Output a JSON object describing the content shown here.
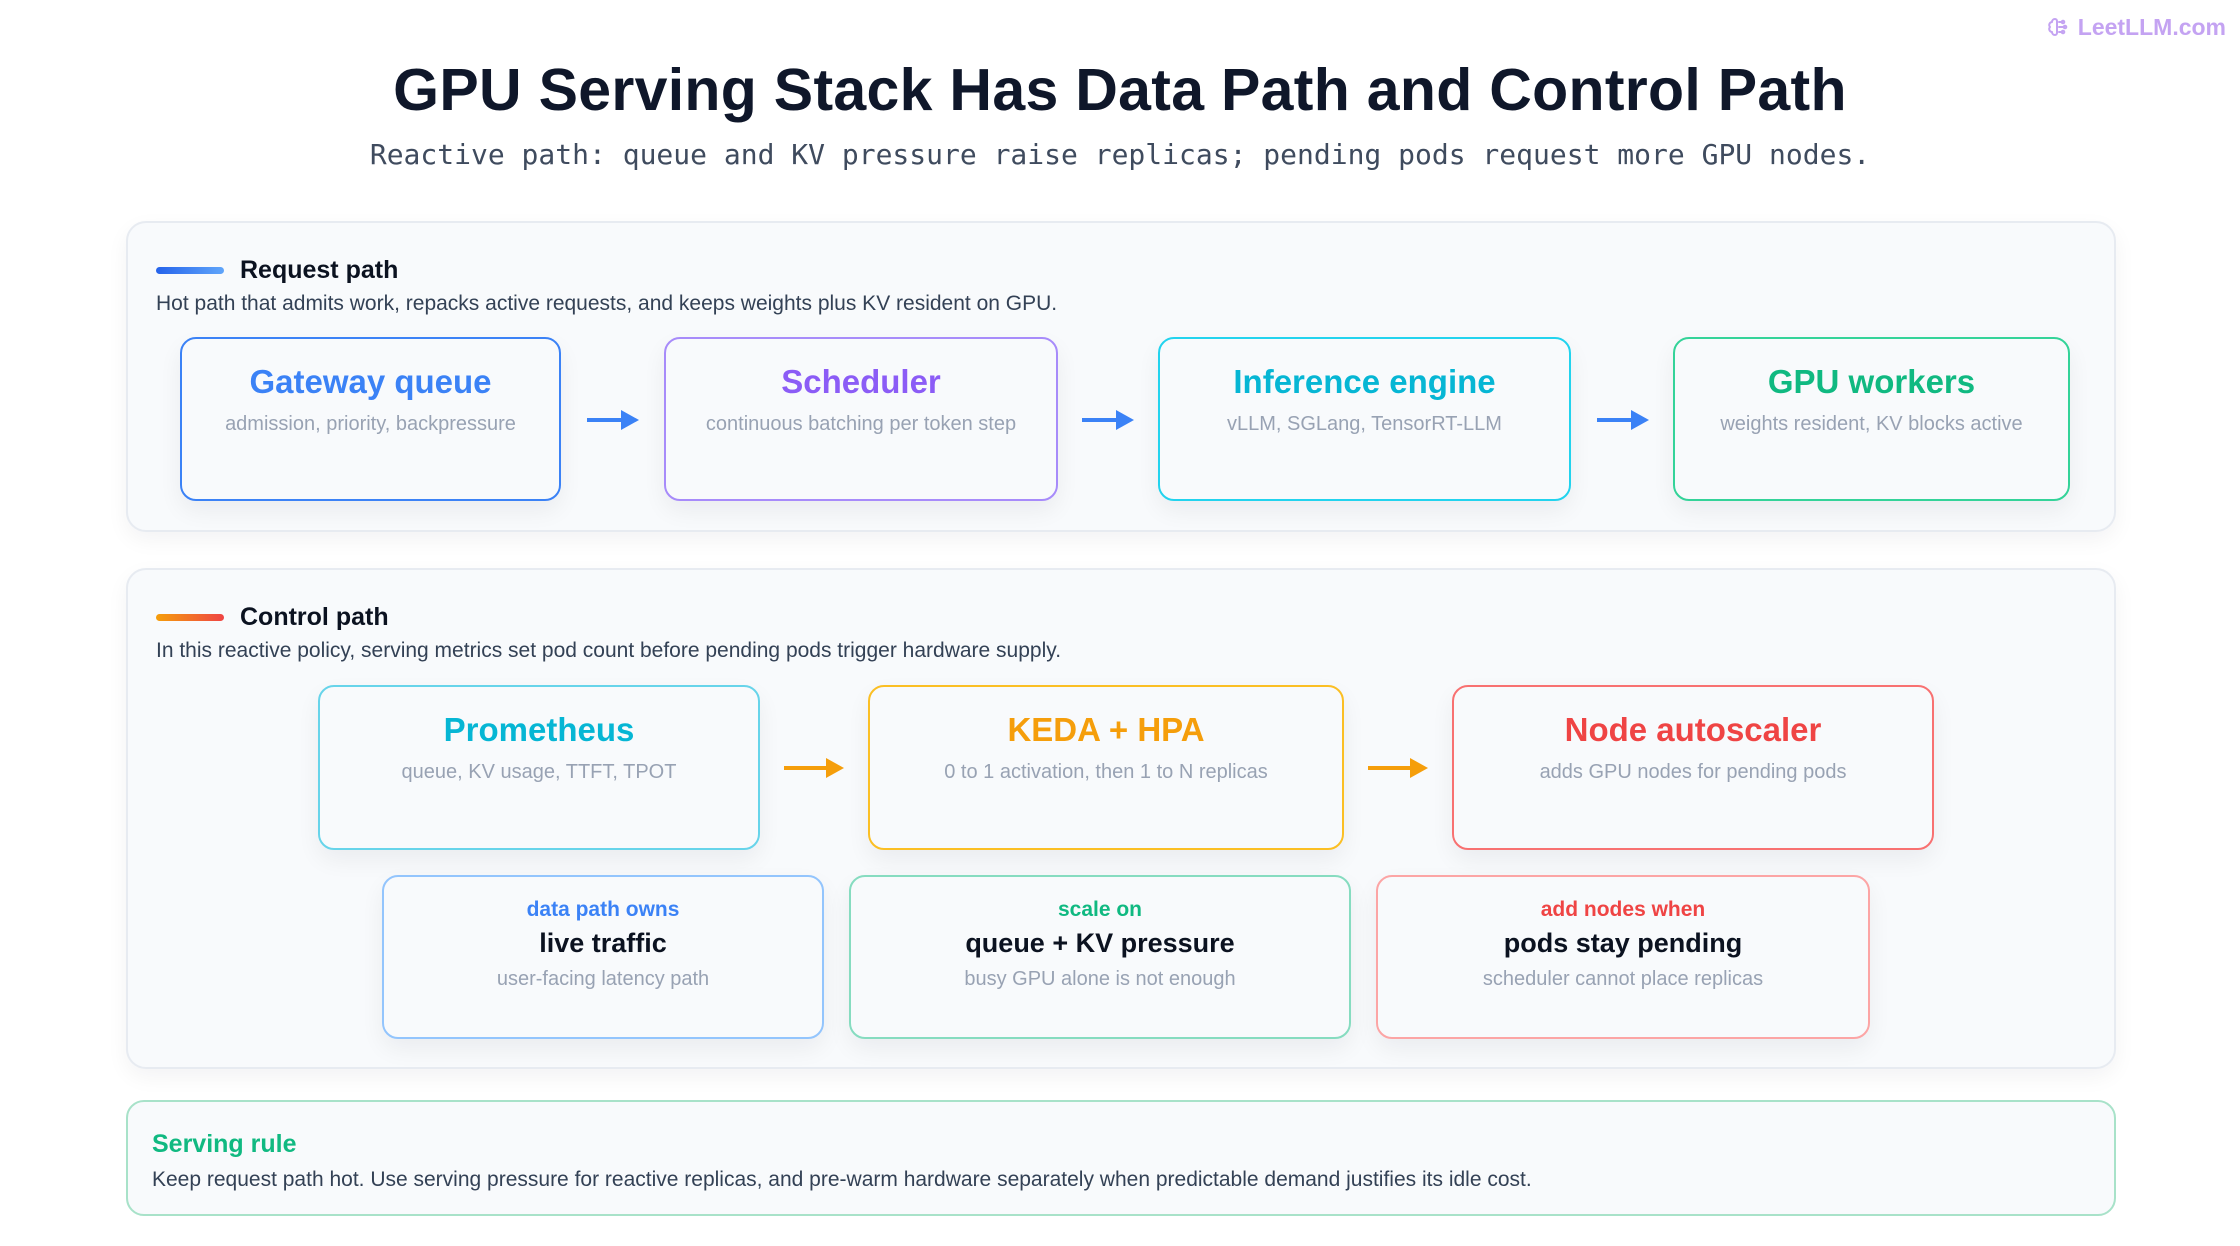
{
  "brand": {
    "text": "LeetLLM.com",
    "icon": "brain-icon"
  },
  "title": "GPU Serving Stack Has Data Path and Control Path",
  "subtitle": "Reactive path: queue and KV pressure raise replicas; pending pods request more GPU nodes.",
  "request_path": {
    "title": "Request path",
    "description": "Hot path that admits work, repacks active requests, and keeps weights plus KV resident on GPU.",
    "accent": "#3b82f6",
    "nodes": [
      {
        "title": "Gateway queue",
        "subtitle": "admission, priority, backpressure",
        "color": "#3b82f6"
      },
      {
        "title": "Scheduler",
        "subtitle": "continuous batching per token step",
        "color": "#8b5cf6"
      },
      {
        "title": "Inference engine",
        "subtitle": "vLLM, SGLang, TensorRT-LLM",
        "color": "#06b6d4"
      },
      {
        "title": "GPU workers",
        "subtitle": "weights resident, KV blocks active",
        "color": "#10b981"
      }
    ],
    "arrow_color": "#3b82f6"
  },
  "control_path": {
    "title": "Control path",
    "description": "In this reactive policy, serving metrics set pod count before pending pods trigger hardware supply.",
    "accent": "#f97316",
    "nodes": [
      {
        "title": "Prometheus",
        "subtitle": "queue, KV usage, TTFT, TPOT",
        "color": "#06b6d4"
      },
      {
        "title": "KEDA + HPA",
        "subtitle": "0 to 1 activation, then 1 to N replicas",
        "color": "#f59e0b"
      },
      {
        "title": "Node autoscaler",
        "subtitle": "adds GPU nodes for pending pods",
        "color": "#ef4444"
      }
    ],
    "arrow_color": "#f59e0b",
    "cards": [
      {
        "kicker": "data path owns",
        "main": "live traffic",
        "sub": "user-facing latency path",
        "color": "#3b82f6"
      },
      {
        "kicker": "scale on",
        "main": "queue + KV pressure",
        "sub": "busy GPU alone is not enough",
        "color": "#10b981"
      },
      {
        "kicker": "add nodes when",
        "main": "pods stay pending",
        "sub": "scheduler cannot place replicas",
        "color": "#ef4444"
      }
    ]
  },
  "serving_rule": {
    "title": "Serving rule",
    "text": "Keep request path hot. Use serving pressure for reactive replicas, and pre-warm hardware separately when predictable demand justifies its idle cost.",
    "color": "#10b981"
  }
}
